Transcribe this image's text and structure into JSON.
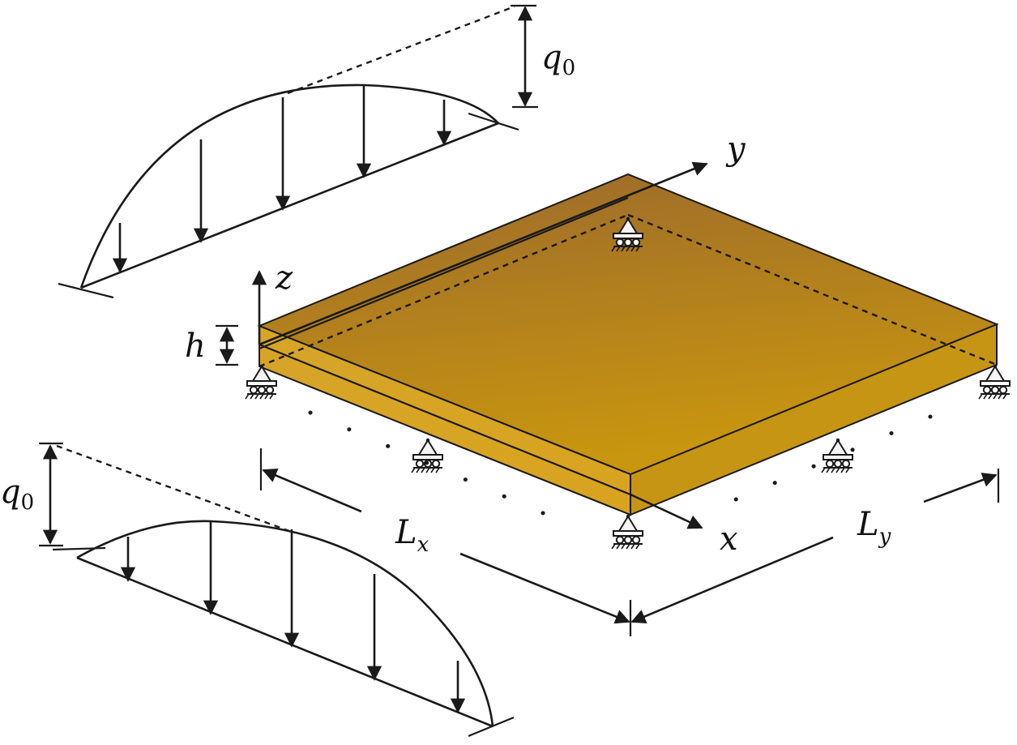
{
  "labels": {
    "q0_top": {
      "main": "q",
      "sub": "0"
    },
    "q0_bottom": {
      "main": "q",
      "sub": "0"
    },
    "axis_x": "x",
    "axis_y": "y",
    "axis_z": "z",
    "thickness": "h",
    "length_x": {
      "main": "L",
      "sub": "x"
    },
    "length_y": {
      "main": "L",
      "sub": "y"
    }
  },
  "colors": {
    "plate_top_light": "#c9960f",
    "plate_top_dark": "#9b6a2c",
    "plate_side_x": "#d8a31e",
    "plate_side_y": "#c79514",
    "line": "#1a1a1a"
  },
  "icons": [
    "roller-support-icon"
  ]
}
